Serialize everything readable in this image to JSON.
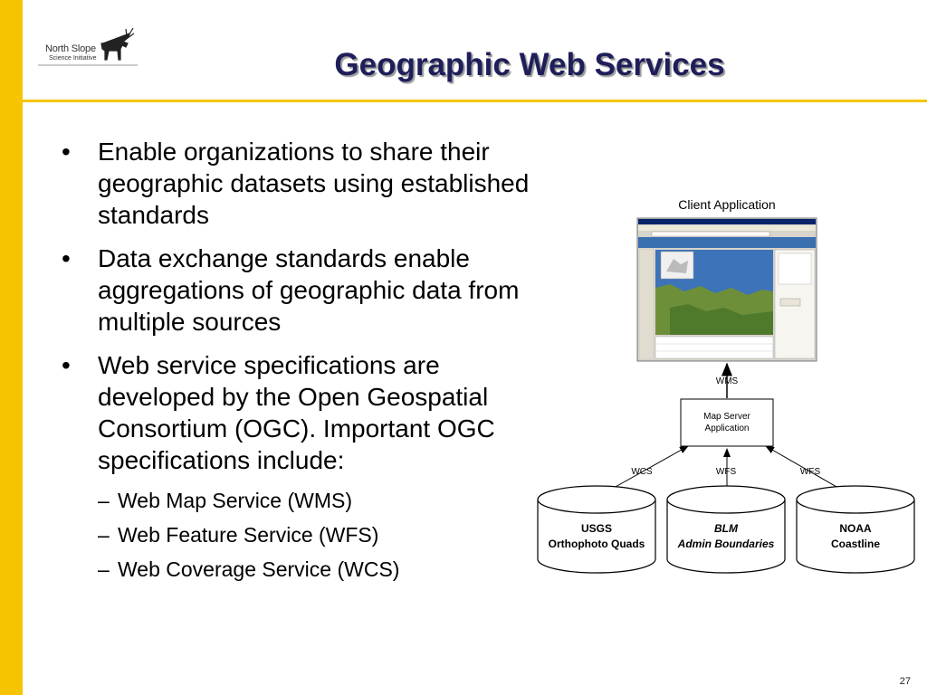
{
  "colors": {
    "accent": "#f6c400",
    "title": "#1e1e5a"
  },
  "logo": {
    "line1": "North Slope",
    "line2": "Science Initiative",
    "icon": "caribou-icon"
  },
  "title": "Geographic Web Services",
  "bullets": [
    {
      "text": "Enable organizations to share their geographic datasets using established standards"
    },
    {
      "text": "Data exchange standards enable aggregations of geographic data from multiple sources"
    },
    {
      "text": "Web service specifications are developed by the Open Geospatial Consortium (OGC). Important OGC specifications include:",
      "sub": [
        "Web Map Service (WMS)",
        "Web Feature Service (WFS)",
        "Web Coverage Service (WCS)"
      ]
    }
  ],
  "diagram": {
    "client_label": "Client Application",
    "wms_label": "WMS",
    "server_line1": "Map Server",
    "server_line2": "Application",
    "sources": [
      {
        "service": "WCS",
        "line1": "USGS",
        "line2": "Orthophoto Quads",
        "italic": false
      },
      {
        "service": "WFS",
        "line1": "BLM",
        "line2": "Admin Boundaries",
        "italic": true
      },
      {
        "service": "WFS",
        "line1": "NOAA",
        "line2": "Coastline",
        "italic": false
      }
    ]
  },
  "page_number": "27"
}
